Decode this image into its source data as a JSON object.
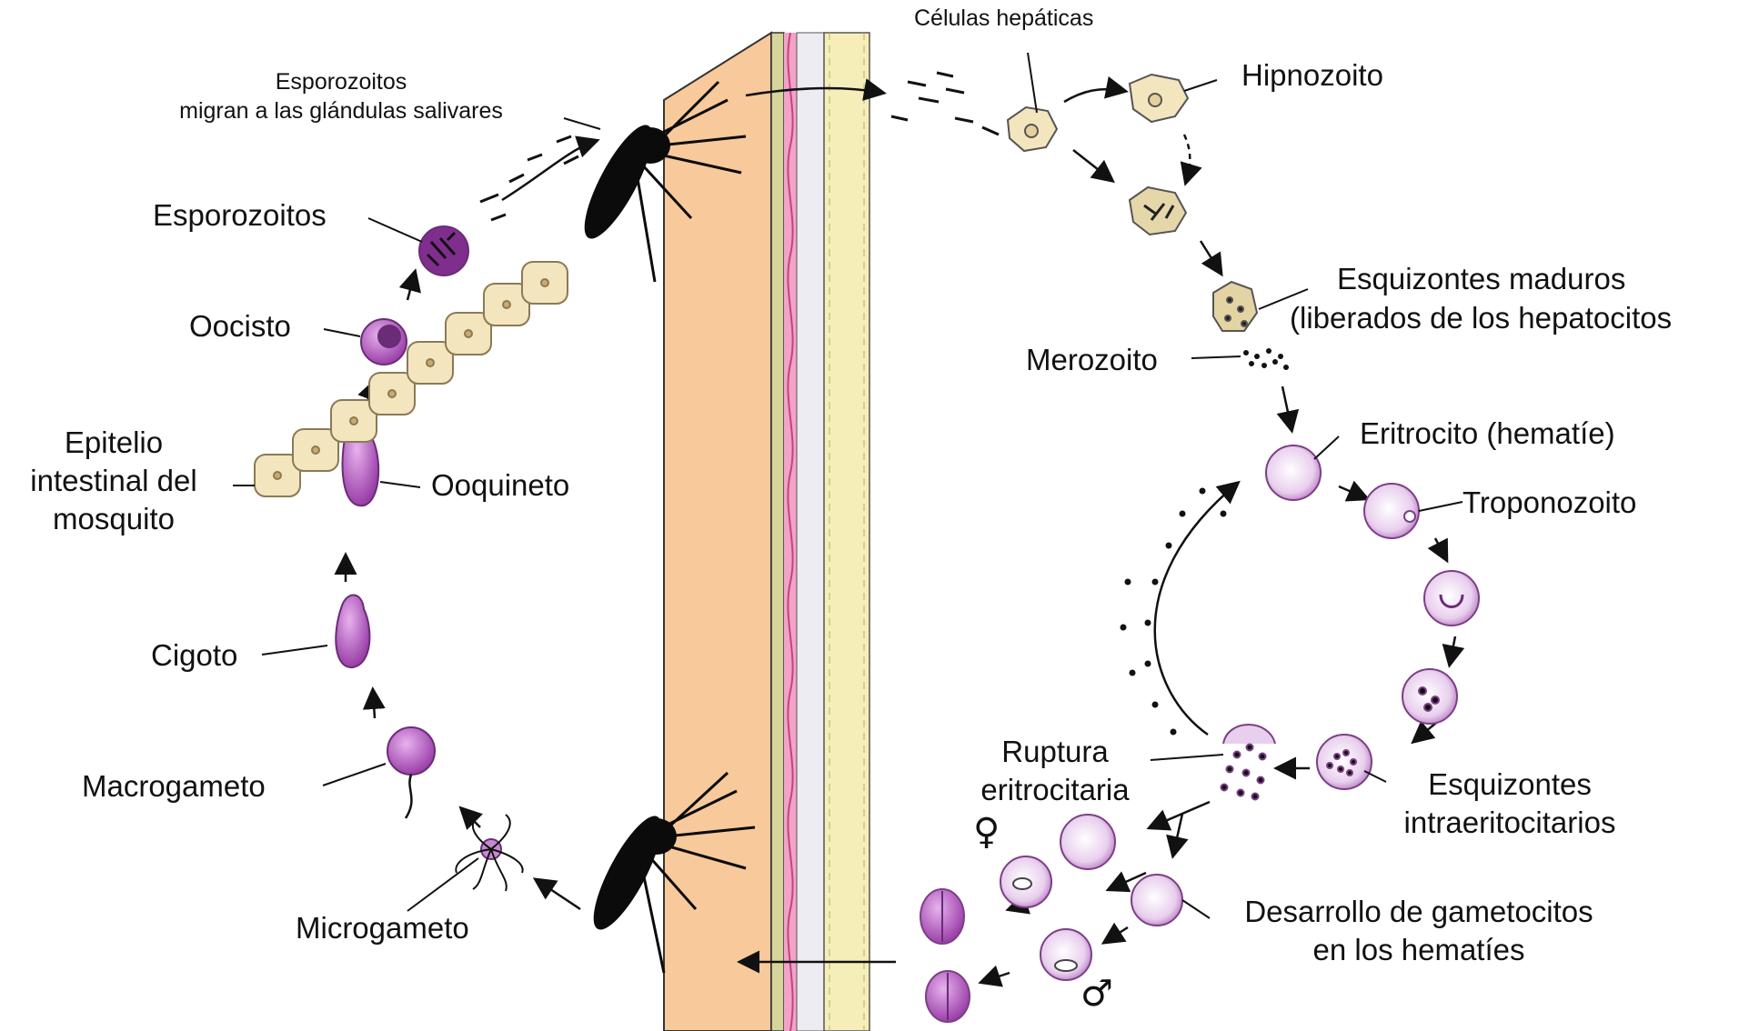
{
  "labels": {
    "celulas_hepaticas": "Células hepáticas",
    "esporozoitos_migran_1": "Esporozoitos",
    "esporozoitos_migran_2": "migran a las glándulas salivares",
    "hipnozoito": "Hipnozoito",
    "esporozoitos": "Esporozoitos",
    "esquizontes_maduros_1": "Esquizontes maduros",
    "esquizontes_maduros_2": "(liberados de los hepatocitos",
    "oocisto": "Oocisto",
    "merozoito": "Merozoito",
    "eritrocito": "Eritrocito (hematíe)",
    "epitelio_1": "Epitelio",
    "epitelio_2": "intestinal del",
    "epitelio_3": "mosquito",
    "ooquineto": "Ooquineto",
    "troponozoito": "Troponozoito",
    "cigoto": "Cigoto",
    "ruptura_1": "Ruptura",
    "ruptura_2": "eritrocitaria",
    "esquizontes_intra_1": "Esquizontes",
    "esquizontes_intra_2": "intraeritocitarios",
    "macrogameto": "Macrogameto",
    "desarrollo_1": "Desarrollo de gametocitos",
    "desarrollo_2": "en los hematíes",
    "microgameto": "Microgameto",
    "female_symbol": "♀",
    "male_symbol": "♂"
  },
  "colors": {
    "purple_fill": "#b45bbf",
    "purple_dark": "#6a2c77",
    "hepatocyte": "#f3e6bf",
    "skin": "#f8c99a",
    "pink_layer": "#f0a0c6",
    "mosquito": "#0b0b0b",
    "erythrocyte": "#e8c8ec"
  }
}
